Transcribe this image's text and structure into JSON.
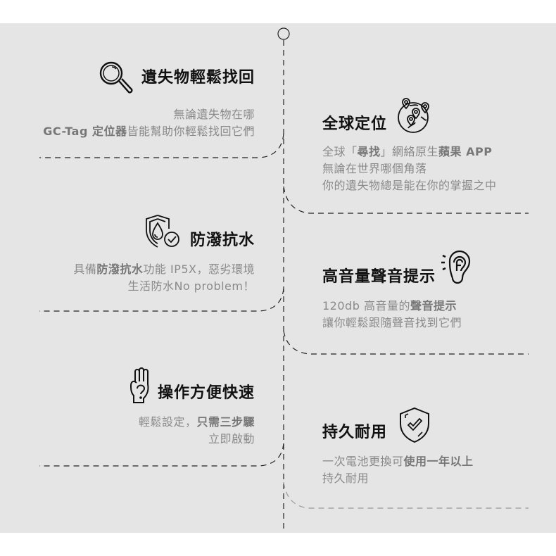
{
  "colors": {
    "panel_bg": "#e5e5e5",
    "title": "#111111",
    "desc": "#8a8a8a",
    "desc_bold": "#777777",
    "line": "#222222"
  },
  "features": {
    "left": [
      {
        "icon": "magnifier-icon",
        "title": "遺失物輕鬆找回",
        "desc_lines": [
          [
            {
              "text": "無論遺失物在哪",
              "bold": false
            }
          ],
          [
            {
              "text": "GC-Tag 定位器",
              "bold": true
            },
            {
              "text": "皆能幫助你輕鬆找回它們",
              "bold": false
            }
          ]
        ]
      },
      {
        "icon": "waterproof-shield-icon",
        "title": "防潑抗水",
        "desc_lines": [
          [
            {
              "text": "具備",
              "bold": false
            },
            {
              "text": "防潑抗水",
              "bold": true
            },
            {
              "text": "功能 IP5X，惡劣環境",
              "bold": false
            }
          ],
          [
            {
              "text": "生活防水No problem！",
              "bold": false
            }
          ]
        ]
      },
      {
        "icon": "three-fingers-hand-icon",
        "title": "操作方便快速",
        "desc_lines": [
          [
            {
              "text": "輕鬆設定，",
              "bold": false
            },
            {
              "text": "只需三步驟",
              "bold": true
            }
          ],
          [
            {
              "text": "立即啟動",
              "bold": false
            }
          ]
        ]
      }
    ],
    "right": [
      {
        "icon": "globe-location-pins-icon",
        "title": "全球定位",
        "desc_lines": [
          [
            {
              "text": "全球「",
              "bold": false
            },
            {
              "text": "尋找",
              "bold": true
            },
            {
              "text": "」網絡原生",
              "bold": false
            },
            {
              "text": "蘋果 APP",
              "bold": true
            }
          ],
          [
            {
              "text": "無論在世界哪個角落",
              "bold": false
            }
          ],
          [
            {
              "text": "你的遺失物總是能在你的掌握之中",
              "bold": false
            }
          ]
        ]
      },
      {
        "icon": "ear-sound-icon",
        "title": "高音量聲音提示",
        "desc_lines": [
          [
            {
              "text": "120db 高音量的",
              "bold": false
            },
            {
              "text": "聲音提示",
              "bold": true
            }
          ],
          [
            {
              "text": "讓你輕鬆跟隨聲音找到它們",
              "bold": false
            }
          ]
        ]
      },
      {
        "icon": "shield-check-icon",
        "title": "持久耐用",
        "desc_lines": [
          [
            {
              "text": "一次電池更換可",
              "bold": false
            },
            {
              "text": "使用一年以上",
              "bold": true
            }
          ],
          [
            {
              "text": "持久耐用",
              "bold": false
            }
          ]
        ]
      }
    ]
  }
}
